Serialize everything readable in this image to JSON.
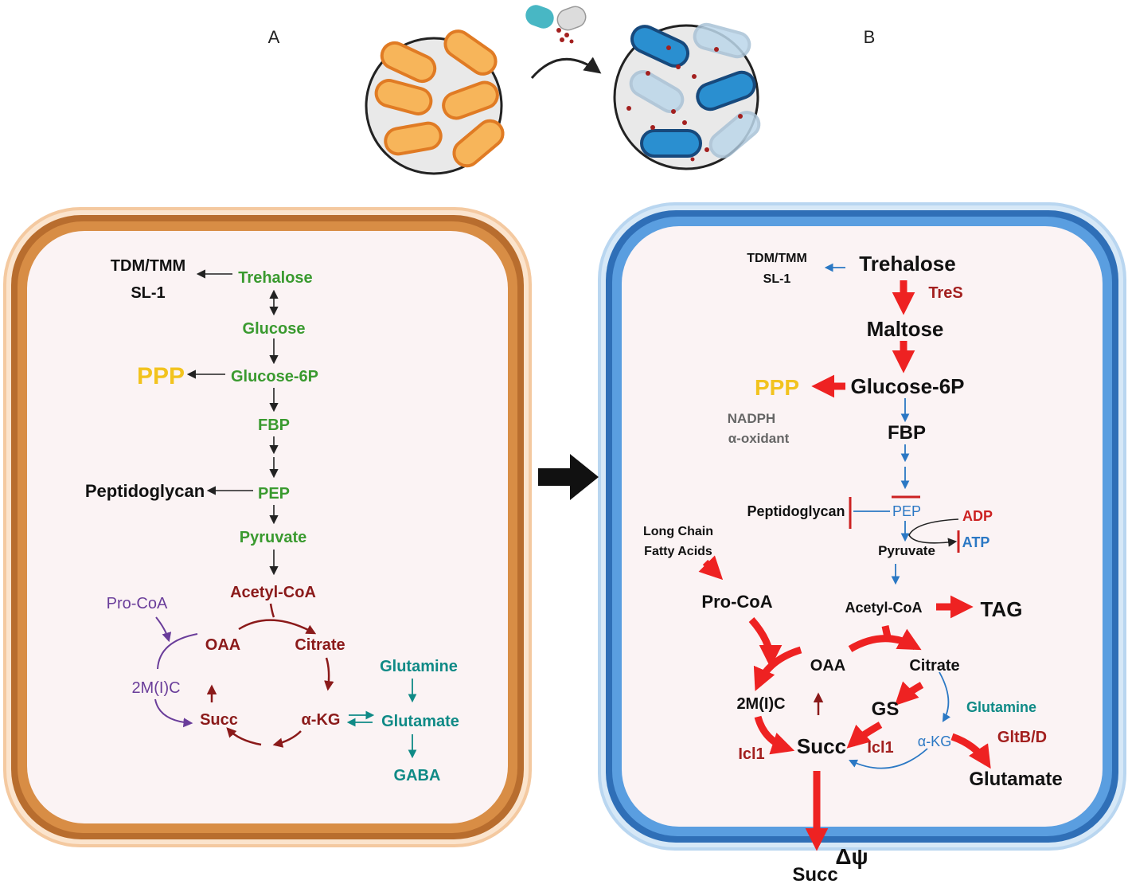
{
  "panel_labels": {
    "a": "A",
    "b": "B"
  },
  "colors": {
    "green": "#3a9a2f",
    "maroon": "#8b1a1a",
    "red": "#ee2222",
    "blue": "#2b78c4",
    "teal": "#0f8a86",
    "purple": "#6a3d9a",
    "yellow": "#f2c31e",
    "gray": "#666666",
    "orange_frame": "#c97a36",
    "blue_frame": "#3f82d0"
  },
  "panel_a": {
    "tdm_tmm": "TDM/TMM",
    "sl1": "SL-1",
    "trehalose": "Trehalose",
    "glucose": "Glucose",
    "ppp": "PPP",
    "glucose6p": "Glucose-6P",
    "fbp": "FBP",
    "peptidoglycan": "Peptidoglycan",
    "pep": "PEP",
    "pyruvate": "Pyruvate",
    "acetyl_coa": "Acetyl-CoA",
    "pro_coa": "Pro-CoA",
    "oaa": "OAA",
    "citrate": "Citrate",
    "glutamine": "Glutamine",
    "two_mic": "2M(I)C",
    "succ": "Succ",
    "akg": "α-KG",
    "glutamate": "Glutamate",
    "gaba": "GABA"
  },
  "panel_b": {
    "tdm_tmm": "TDM/TMM",
    "sl1": "SL-1",
    "trehalose": "Trehalose",
    "tres": "TreS",
    "maltose": "Maltose",
    "ppp": "PPP",
    "glucose6p": "Glucose-6P",
    "nadph": "NADPH",
    "a_oxidant": "α-oxidant",
    "fbp": "FBP",
    "peptidoglycan": "Peptidoglycan",
    "pep": "PEP",
    "adp": "ADP",
    "atp": "ATP",
    "long_chain": "Long Chain",
    "fatty_acids": "Fatty Acids",
    "pyruvate": "Pyruvate",
    "pro_coa": "Pro-CoA",
    "acetyl_coa": "Acetyl-CoA",
    "tag": "TAG",
    "oaa": "OAA",
    "citrate": "Citrate",
    "two_mic": "2M(I)C",
    "gs": "GS",
    "glutamine": "Glutamine",
    "gltbd": "GltB/D",
    "icl1_left": "Icl1",
    "succ": "Succ",
    "icl1_right": "Icl1",
    "akg": "α-KG",
    "glutamate": "Glutamate",
    "dpsi": "Δψ",
    "succ_out": "Succ"
  }
}
